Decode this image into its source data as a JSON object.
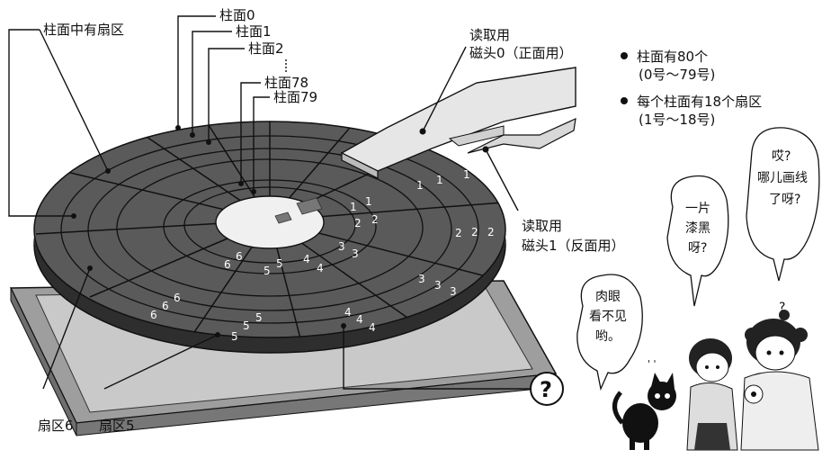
{
  "labels": {
    "sectors_on_cylinder": "柱面中有扇区",
    "cyl0": "柱面0",
    "cyl1": "柱面1",
    "cyl2": "柱面2",
    "cyl78": "柱面78",
    "cyl79": "柱面79",
    "head0_line1": "读取用",
    "head0_line2": "磁头0（正面用）",
    "head1_line1": "读取用",
    "head1_line2": "磁头1（反面用）",
    "sector6": "扇区6",
    "sector5": "扇区5",
    "question": "?"
  },
  "notes": [
    {
      "line1": "柱面有80个",
      "line2": "(0号～79号)"
    },
    {
      "line1": "每个柱面有18个扇区",
      "line2": "(1号～18号)"
    }
  ],
  "bubbles": {
    "cat": [
      "肉眼",
      "看不见",
      "哟。"
    ],
    "girl_left": [
      "一片",
      "漆黑",
      "呀?"
    ],
    "girl_right": [
      "哎?",
      "哪儿画线",
      "了呀?"
    ]
  },
  "sector_numbers": {
    "n1": "1",
    "n2": "2",
    "n3": "3",
    "n4": "4",
    "n5": "5",
    "n6": "6"
  },
  "colors": {
    "disk_surface": "#555555",
    "disk_edge": "#333333",
    "base_plate": "#b9b9b9",
    "base_inner": "#a3a3a3",
    "hub": "#e8e8e8"
  }
}
